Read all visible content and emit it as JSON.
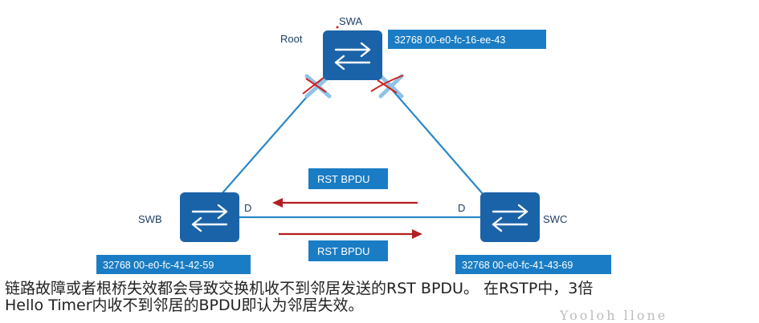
{
  "colors": {
    "switch_fill": "#1b63a8",
    "link": "#2a88c9",
    "id_box": "#1a7cc4",
    "arrow": "#b51e22",
    "blocked_x": "#8fc3e6",
    "blocked_x_red": "#d42020",
    "text_dark": "#1f3f66"
  },
  "nodes": {
    "swa": {
      "name": "SWA",
      "role": "Root",
      "bridge_id": "32768 00-e0-fc-16-ee-43",
      "icon": "switch-icon"
    },
    "swb": {
      "name": "SWB",
      "port_role": "D",
      "bridge_id": "32768 00-e0-fc-41-42-59",
      "icon": "switch-icon"
    },
    "swc": {
      "name": "SWC",
      "port_role": "D",
      "bridge_id": "32768 00-e0-fc-41-43-69",
      "icon": "switch-icon"
    }
  },
  "bpdu_labels": {
    "top": "RST BPDU",
    "bottom": "RST BPDU"
  },
  "caption": {
    "line1": "链路故障或者根桥失效都会导致交换机收不到邻居发送的RST  BPDU。   在RSTP中，3倍",
    "line2": "Hello Timer内收不到邻居的BPDU即认为邻居失效。"
  },
  "watermark": "Yooloh llone"
}
